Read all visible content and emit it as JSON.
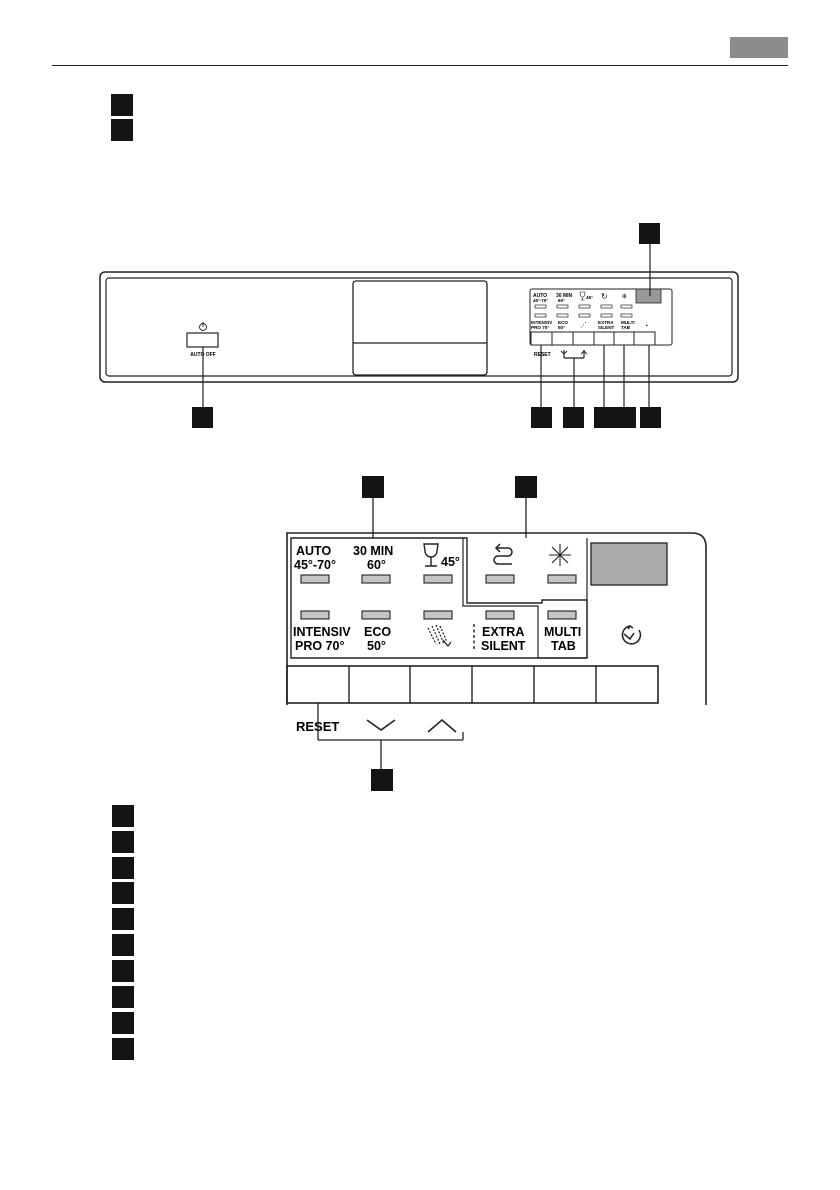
{
  "small_panel": {
    "power_symbol": "power-icon",
    "auto_off": "AUTO OFF",
    "auto_label": "AUTO",
    "auto_temp": "45°-70°",
    "min30_label": "30 MIN",
    "min30_temp": "60°",
    "glass_temp": "45°",
    "intensiv": "INTENSIV",
    "pro70": "PRO 70°",
    "eco": "ECO",
    "eco_temp": "50°",
    "extra": "EXTRA",
    "silent": "SILENT",
    "multi": "MULTI",
    "tab": "TAB",
    "reset": "RESET"
  },
  "large_panel": {
    "auto_label": "AUTO",
    "auto_temp": "45°-70°",
    "min30_label": "30 MIN",
    "min30_temp": "60°",
    "glass_temp": "45°",
    "intensiv": "INTENSIV",
    "pro70": "PRO 70°",
    "eco": "ECO",
    "eco_temp": "50°",
    "extra": "EXTRA",
    "silent": "SILENT",
    "multi": "MULTI",
    "tab": "TAB",
    "reset": "RESET"
  },
  "icons": [
    "power-icon",
    "wine-glass-icon",
    "rinse-aid-icon",
    "salt-star-icon",
    "shower-spray-icon",
    "delay-timer-icon",
    "chevron-down-icon",
    "chevron-up-icon"
  ],
  "colors": {
    "ink": "#141414",
    "header_tab": "#8c8c8c",
    "indicator": "#c4c4c4"
  }
}
